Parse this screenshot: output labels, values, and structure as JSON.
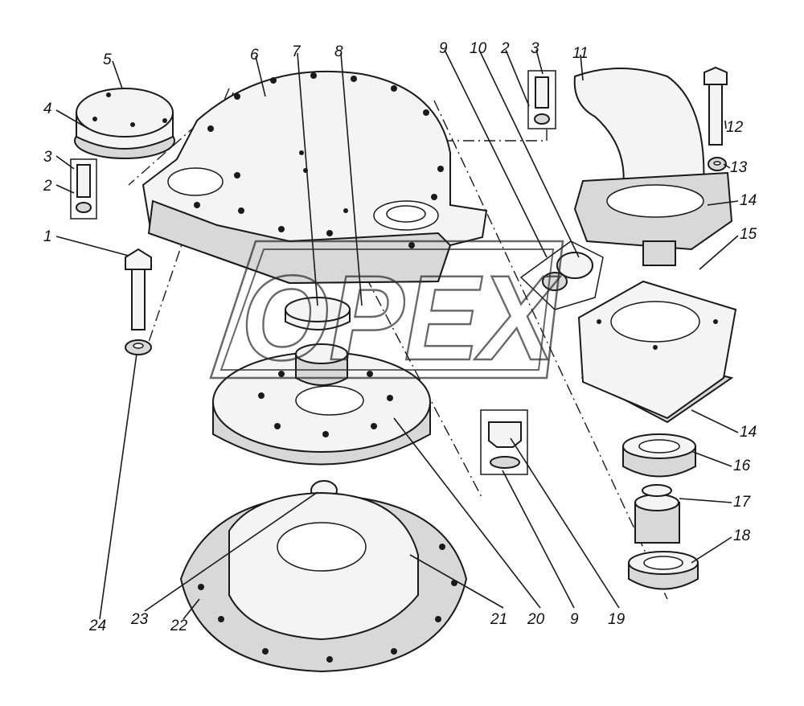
{
  "watermark": "OPEX",
  "callouts": [
    {
      "id": "c1",
      "text": "1"
    },
    {
      "id": "c2a",
      "text": "2"
    },
    {
      "id": "c3a",
      "text": "3"
    },
    {
      "id": "c4",
      "text": "4"
    },
    {
      "id": "c5",
      "text": "5"
    },
    {
      "id": "c6",
      "text": "6"
    },
    {
      "id": "c7",
      "text": "7"
    },
    {
      "id": "c8",
      "text": "8"
    },
    {
      "id": "c9a",
      "text": "9"
    },
    {
      "id": "c10",
      "text": "10"
    },
    {
      "id": "c2b",
      "text": "2"
    },
    {
      "id": "c3b",
      "text": "3"
    },
    {
      "id": "c11",
      "text": "11"
    },
    {
      "id": "c12",
      "text": "12"
    },
    {
      "id": "c13",
      "text": "13"
    },
    {
      "id": "c14a",
      "text": "14"
    },
    {
      "id": "c15",
      "text": "15"
    },
    {
      "id": "c14b",
      "text": "14"
    },
    {
      "id": "c16",
      "text": "16"
    },
    {
      "id": "c17",
      "text": "17"
    },
    {
      "id": "c18",
      "text": "18"
    },
    {
      "id": "c19",
      "text": "19"
    },
    {
      "id": "c9b",
      "text": "9"
    },
    {
      "id": "c20",
      "text": "20"
    },
    {
      "id": "c21",
      "text": "21"
    },
    {
      "id": "c22",
      "text": "22"
    },
    {
      "id": "c23",
      "text": "23"
    },
    {
      "id": "c24",
      "text": "24"
    }
  ]
}
